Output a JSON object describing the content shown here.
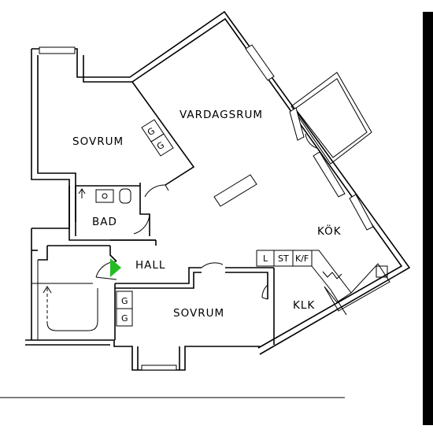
{
  "rooms": {
    "vardagsrum": "VARDAGSRUM",
    "sovrum_1": "SOVRUM",
    "sovrum_2": "SOVRUM",
    "bad": "BAD",
    "hall": "HALL",
    "kok": "KÖK",
    "klk": "KLK"
  },
  "fixtures": {
    "wardrobe_g": "G",
    "kitchen_l": "L",
    "kitchen_st": "ST",
    "kitchen_kf": "K/F"
  },
  "colors": {
    "entrance_marker": "#22bb22",
    "lines": "#000000",
    "background": "#ffffff"
  }
}
